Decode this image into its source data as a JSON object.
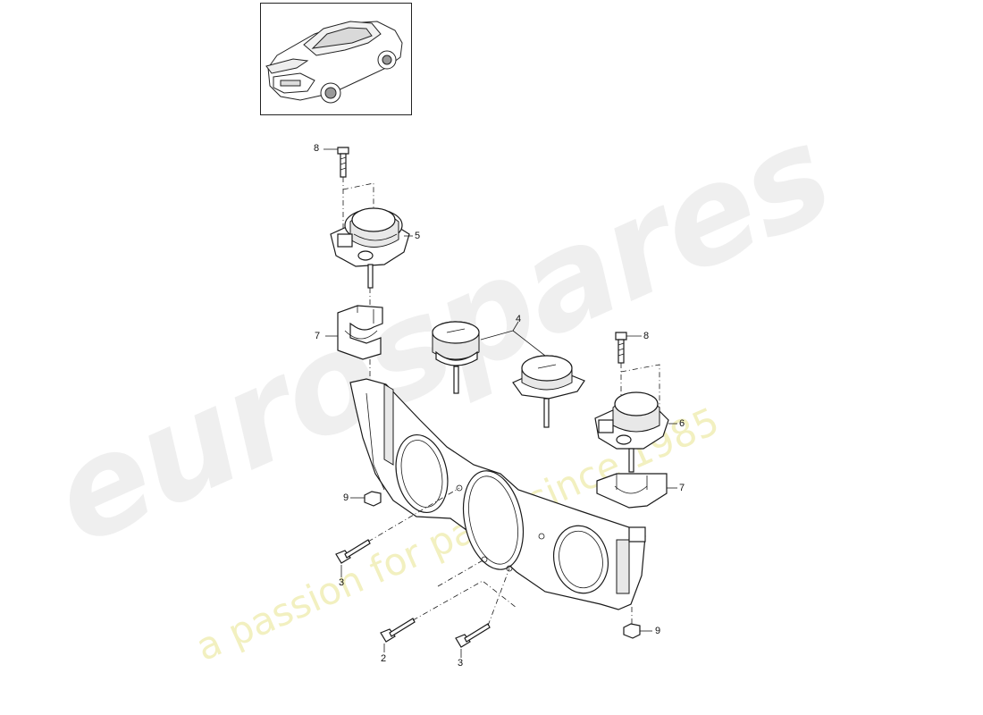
{
  "watermark": {
    "brand_text": "eurospares",
    "tagline_text": "a passion for parts since 1985",
    "brand_color": "#cfcfcf",
    "tagline_color": "#e8e48c"
  },
  "thumbnail": {
    "icon": "car-rear-view-icon"
  },
  "callouts": {
    "c8_top": "8",
    "c5": "5",
    "c7_left": "7",
    "c4": "4",
    "c8_right": "8",
    "c6": "6",
    "c7_right": "7",
    "c9_left": "9",
    "c3_left": "3",
    "c2": "2",
    "c3_bottom": "3",
    "c9_right": "9"
  },
  "colors": {
    "line": "#1a1a1a",
    "fill": "#ffffff",
    "shade": "#e6e6e6"
  }
}
